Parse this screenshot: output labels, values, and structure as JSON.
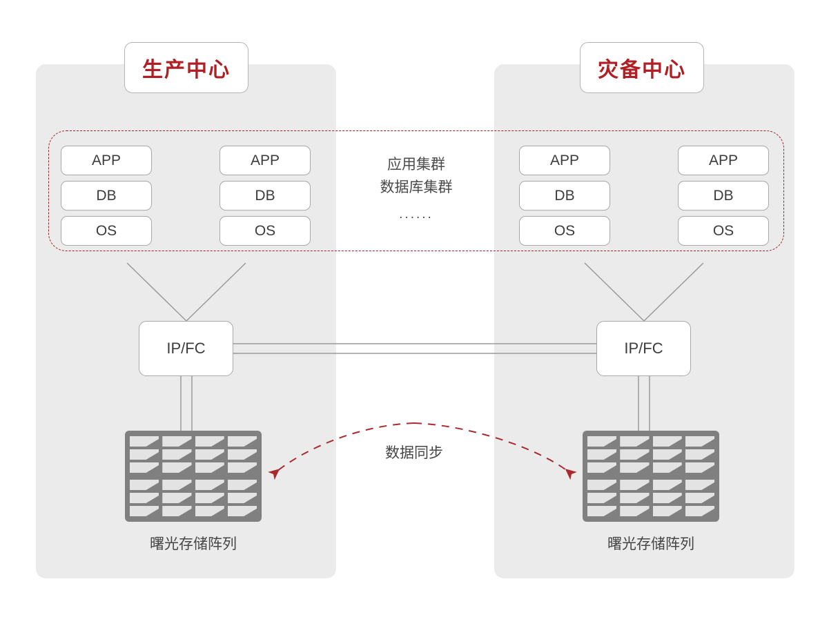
{
  "diagram": {
    "title_production": "生产中心",
    "title_dr": "灾备中心",
    "cluster_caption_line1": "应用集群",
    "cluster_caption_line2": "数据库集群",
    "cluster_caption_dots": "......",
    "sync_label": "数据同步",
    "switch_label": "IP/FC",
    "storage_caption": "曙光存储阵列",
    "node_labels": {
      "app": "APP",
      "db": "DB",
      "os": "OS"
    },
    "colors": {
      "accent_red": "#b01f24",
      "dashed_red": "#9c2026",
      "panel_gray": "#ebebeb",
      "storage_gray": "#808080",
      "slot_gray": "#e3e3e3",
      "line_gray": "#9a9a9a",
      "text_gray": "#454545",
      "box_border": "#a8a8a8"
    }
  },
  "production": {
    "stack_a": {
      "app": "APP",
      "db": "DB",
      "os": "OS"
    },
    "stack_b": {
      "app": "APP",
      "db": "DB",
      "os": "OS"
    },
    "switch": "IP/FC",
    "storage_caption": "曙光存储阵列"
  },
  "dr": {
    "stack_a": {
      "app": "APP",
      "db": "DB",
      "os": "OS"
    },
    "stack_b": {
      "app": "APP",
      "db": "DB",
      "os": "OS"
    },
    "switch": "IP/FC",
    "storage_caption": "曙光存储阵列"
  }
}
